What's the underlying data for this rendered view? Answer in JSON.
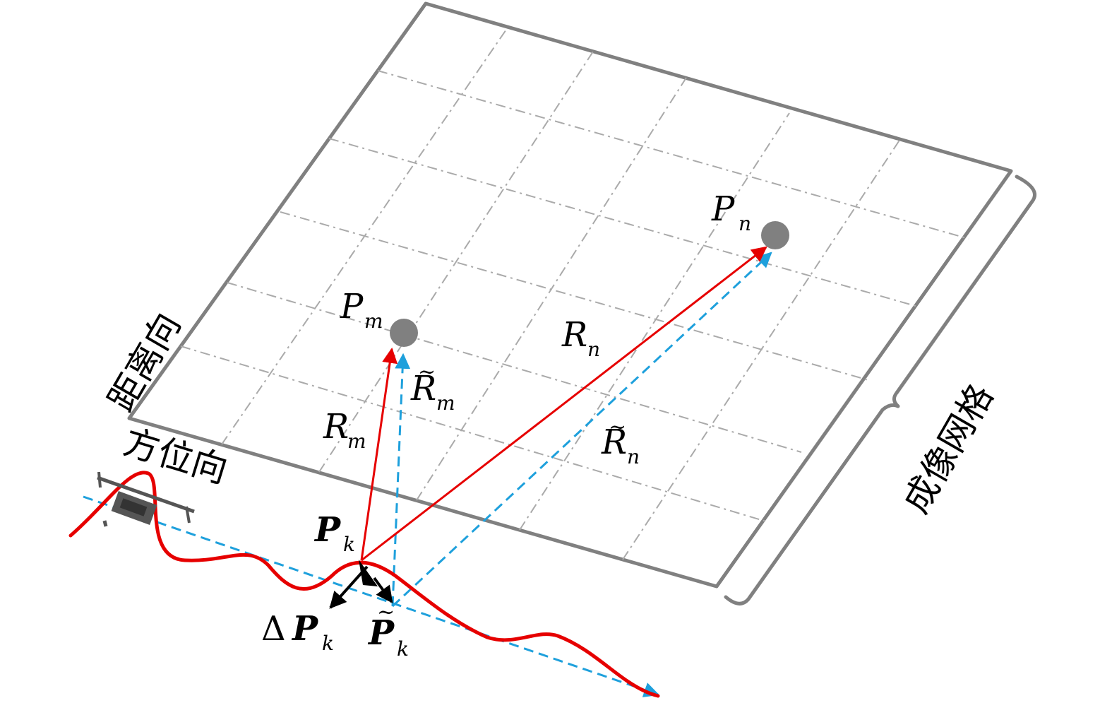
{
  "labels": {
    "range_direction": "距离向",
    "azimuth_direction": "方位向",
    "imaging_grid": "成像网格",
    "p_m": {
      "base": "P",
      "sub": "m"
    },
    "p_n": {
      "base": "P",
      "sub": "n"
    },
    "r_m": {
      "base": "R",
      "sub": "m"
    },
    "r_n": {
      "base": "R",
      "sub": "n"
    },
    "r_m_tilde": {
      "base": "R",
      "sub": "m",
      "accent": "~"
    },
    "r_n_tilde": {
      "base": "R",
      "sub": "n",
      "accent": "~"
    },
    "p_k": {
      "base": "P",
      "sub": "k"
    },
    "delta_p_k": {
      "prefix": "Δ",
      "base": "P",
      "sub": "k"
    },
    "p_k_tilde": {
      "base": "P",
      "sub": "k",
      "accent": "~"
    }
  },
  "colors": {
    "grid_border": "#808080",
    "grid_lines": "#aaaaaa",
    "target_point": "#808080",
    "actual_track": "#e60000",
    "nominal_track": "#1ea0dc",
    "error_vector": "#000000"
  }
}
